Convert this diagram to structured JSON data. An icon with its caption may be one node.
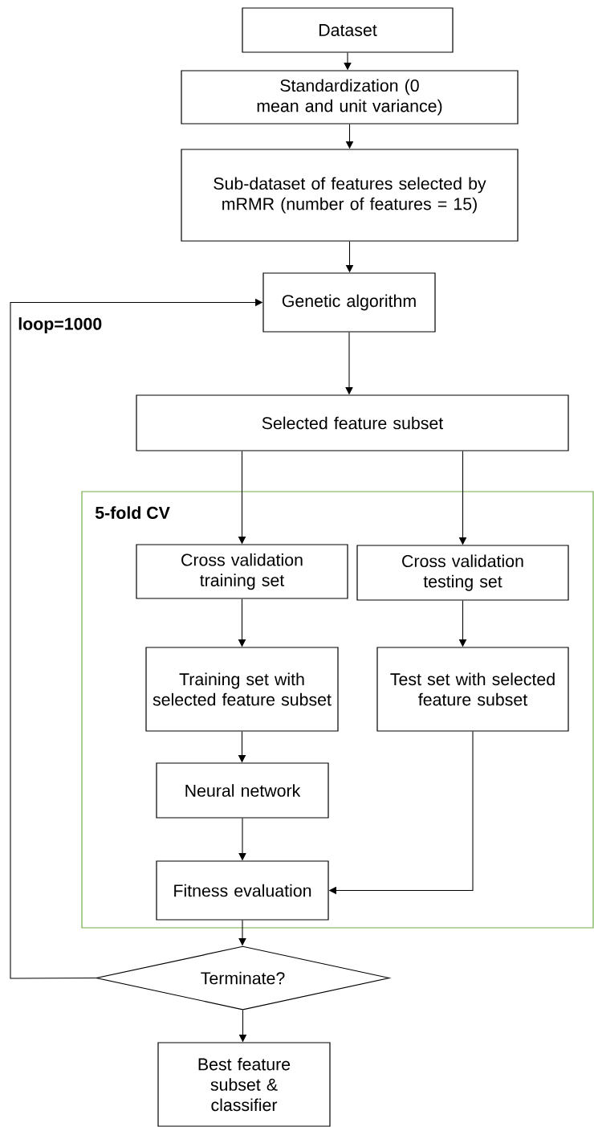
{
  "diagram": {
    "nodes": [
      {
        "text": [
          "Dataset"
        ]
      },
      {
        "text": [
          "Standardization (0 mean and unit variance)"
        ]
      },
      {
        "text": [
          "Sub-dataset of features selected by mRMR (number of features = 15)"
        ]
      },
      {
        "text": [
          "Genetic algorithm"
        ]
      },
      {
        "text": [
          "Selected feature subset"
        ]
      },
      {
        "text": [
          "5-fold CV"
        ]
      },
      {
        "text": [
          "Cross validation training set"
        ],
        "in": 5
      },
      {
        "text": [
          "Cross validation testing set"
        ],
        "in": 5
      },
      {
        "text": [
          "Training set with selected feature subset"
        ],
        "in": 5
      },
      {
        "text": [
          "Test set with selected feature subset"
        ],
        "in": 5
      },
      {
        "text": [
          "Neural network"
        ],
        "in": 5
      },
      {
        "text": [
          "Fitness evaluation"
        ],
        "in": 5
      },
      {
        "text": [
          "Terminate?"
        ]
      },
      {
        "text": [
          "Best feature subset & classifier"
        ]
      }
    ],
    "edges": [
      {
        "from": 0,
        "to": 1,
        "arrow": "to"
      },
      {
        "from": 1,
        "to": 2,
        "arrow": "to"
      },
      {
        "from": 2,
        "to": 3,
        "arrow": "to"
      },
      {
        "from": 3,
        "to": 4,
        "arrow": "to"
      },
      {
        "from": 4,
        "to": 6,
        "arrow": "to"
      },
      {
        "from": 4,
        "to": 7,
        "arrow": "to"
      },
      {
        "from": 6,
        "to": 8,
        "arrow": "to"
      },
      {
        "from": 7,
        "to": 9,
        "arrow": "to"
      },
      {
        "from": 8,
        "to": 10,
        "arrow": "to"
      },
      {
        "from": 10,
        "to": 11,
        "arrow": "to"
      },
      {
        "from": 9,
        "to": 11,
        "arrow": "to"
      },
      {
        "from": 11,
        "to": 12,
        "arrow": "to"
      },
      {
        "from": 12,
        "to": 13,
        "arrow": "to"
      },
      {
        "from": 12,
        "to": 3,
        "arrow": "to"
      }
    ],
    "labels": [
      "loop=1000"
    ]
  }
}
